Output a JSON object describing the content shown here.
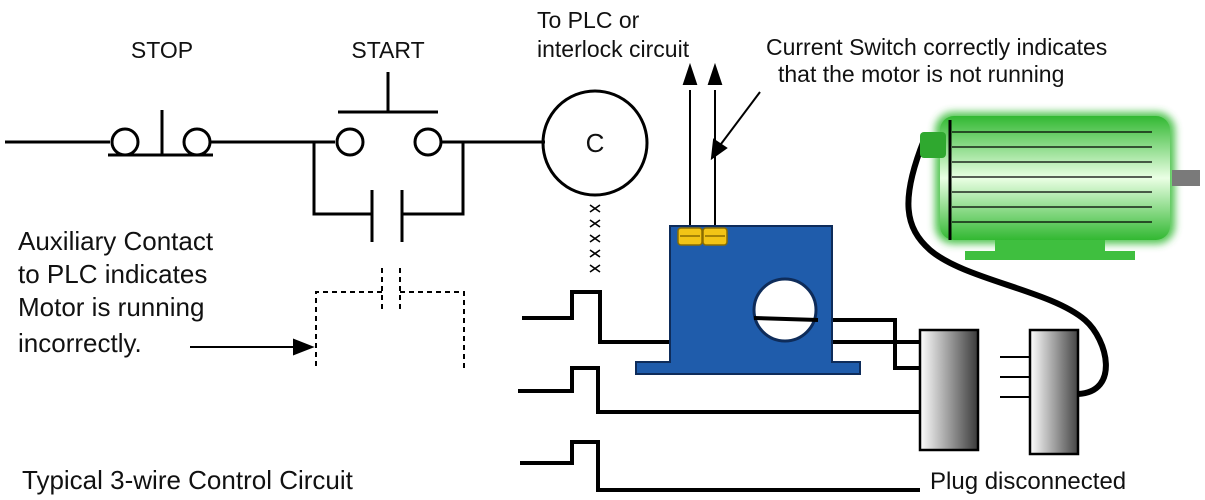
{
  "labels": {
    "stop": "STOP",
    "start": "START",
    "contactor_symbol": "C",
    "to_plc_line1": "To PLC or",
    "to_plc_line2": "interlock circuit",
    "current_switch_line1": "Current Switch correctly indicates",
    "current_switch_line2": "that the motor is not running",
    "aux_line1": "Auxiliary Contact",
    "aux_line2": "to PLC indicates",
    "aux_line3": "Motor is running",
    "aux_line4": "incorrectly.",
    "typical_circuit": "Typical 3-wire Control Circuit",
    "plug_disconnected": "Plug disconnected"
  },
  "colors": {
    "wire": "#000000",
    "current_switch_body": "#1f5cab",
    "terminal": "#f2c416",
    "motor": "#3fbf3f",
    "motor_highlight": "#e8ffe0",
    "shaft": "#7a7a7a"
  }
}
